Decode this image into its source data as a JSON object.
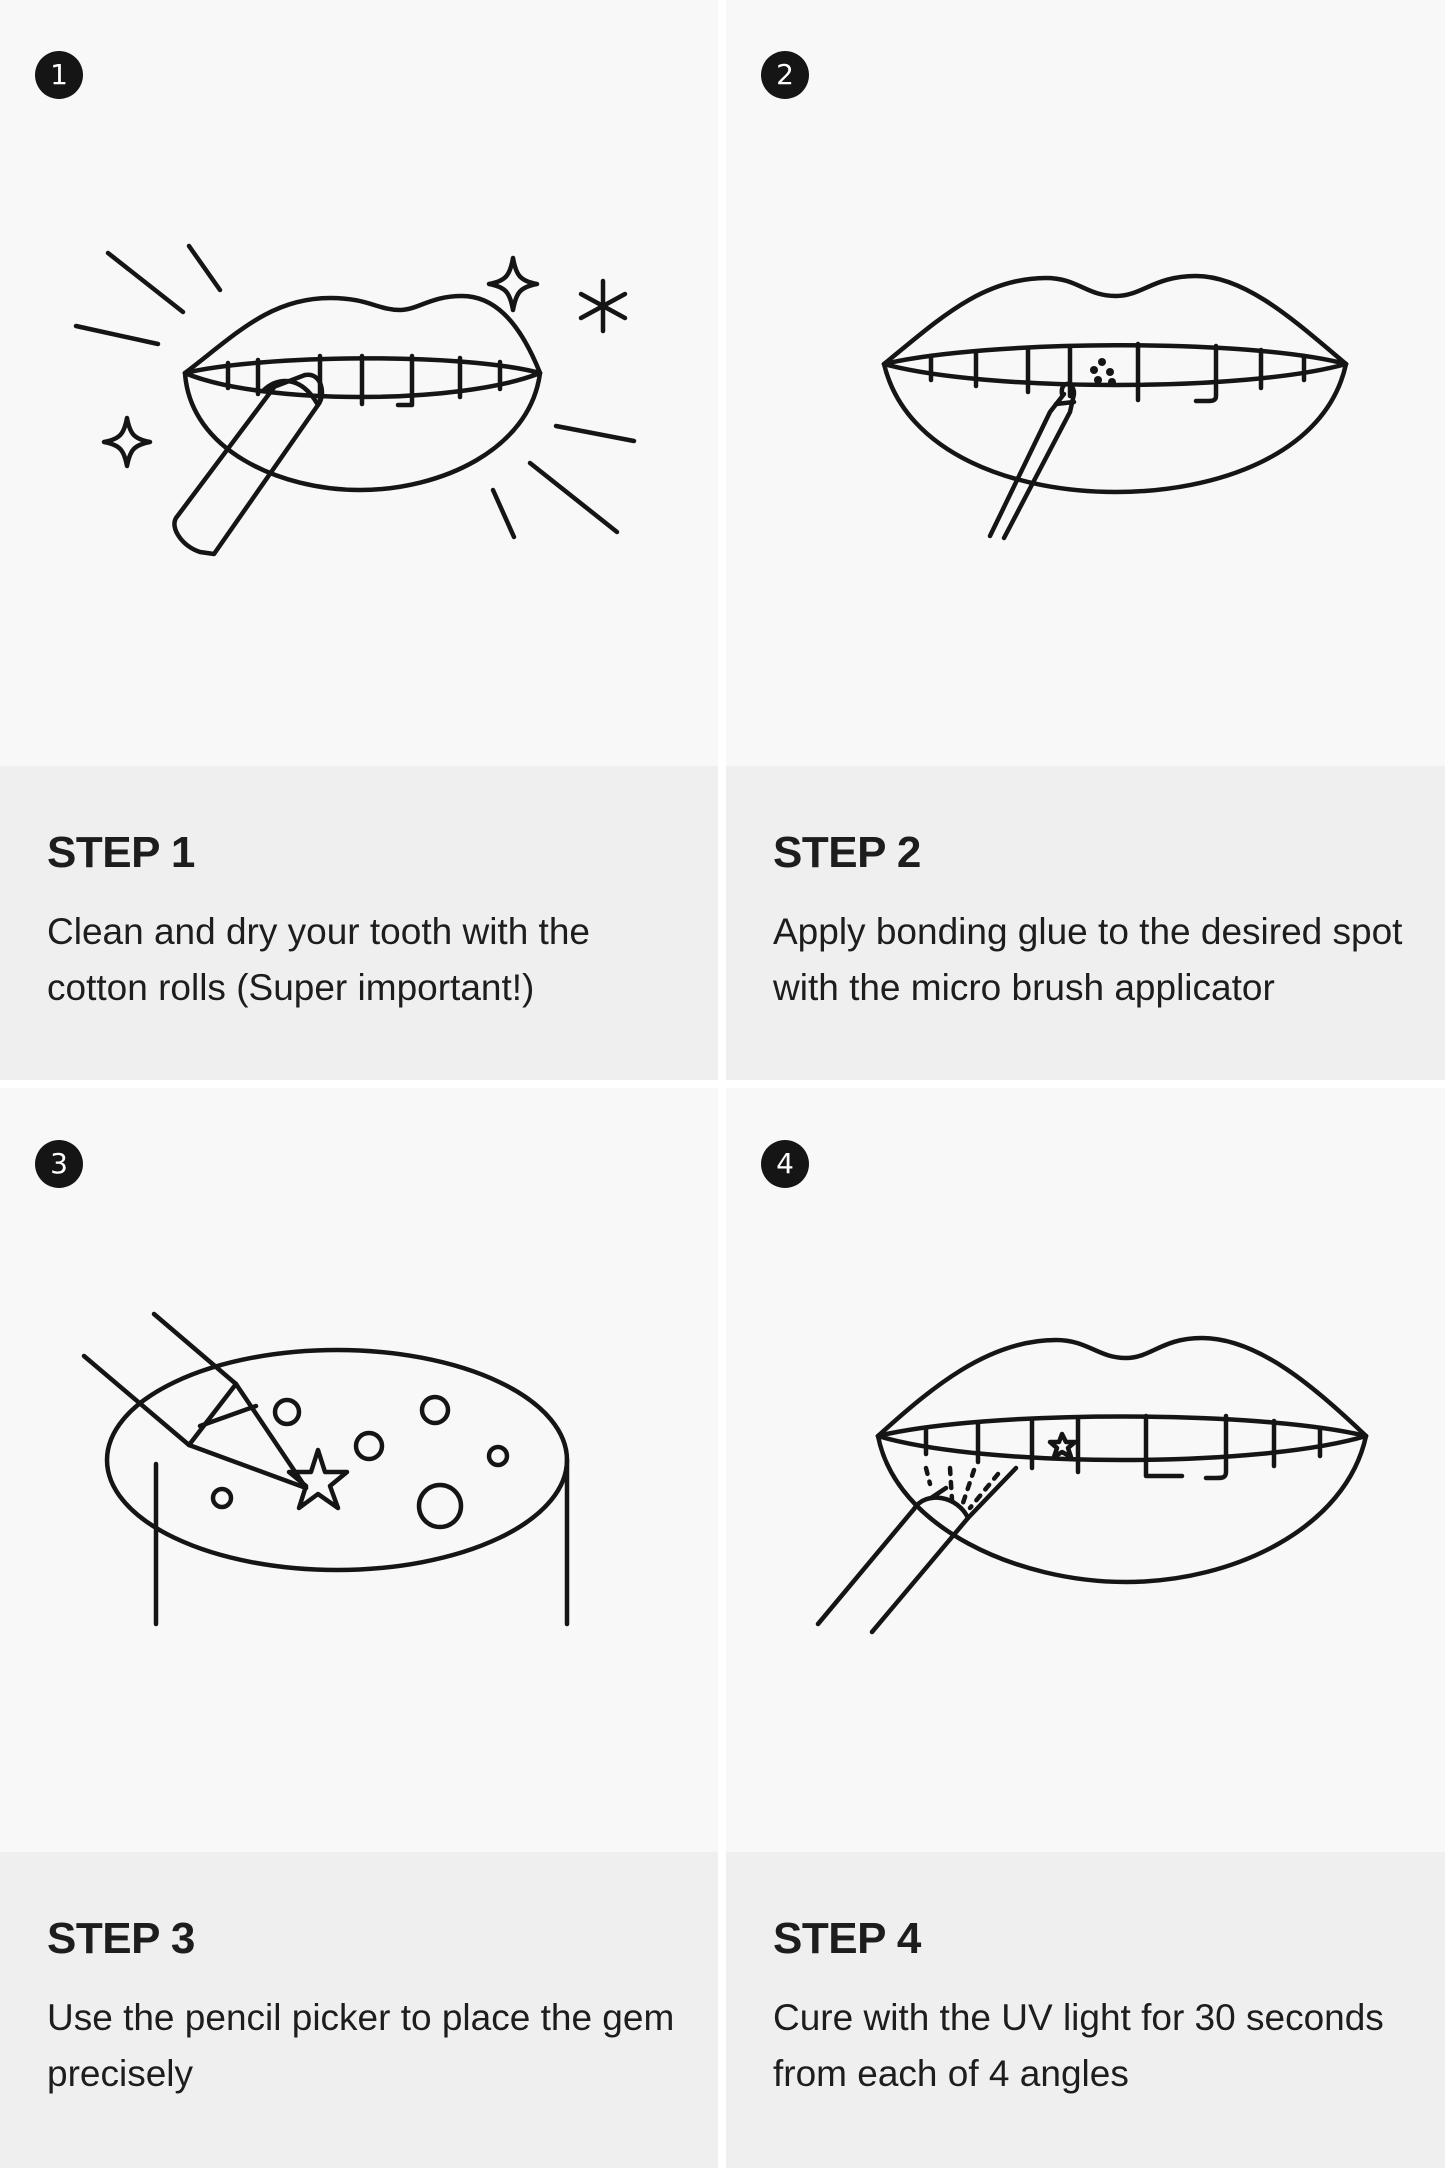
{
  "steps": [
    {
      "number": "1",
      "title": "STEP 1",
      "description": "Clean and dry your tooth with the cotton rolls (Super important!)",
      "illustration": "lips-cotton-roll-sparkles-icon"
    },
    {
      "number": "2",
      "title": "STEP 2",
      "description": "Apply bonding glue to the desired spot with the micro brush applicator",
      "illustration": "lips-micro-brush-glue-icon"
    },
    {
      "number": "3",
      "title": "STEP 3",
      "description": "Use the pencil picker to place the gem precisely",
      "illustration": "pencil-picker-gem-jar-icon"
    },
    {
      "number": "4",
      "title": "STEP 4",
      "description": "Cure with the UV light for 30 seconds from each of 4 angles",
      "illustration": "lips-uv-light-icon"
    }
  ],
  "colors": {
    "illustration_bg": "#f8f8f8",
    "caption_bg": "#efefef",
    "divider": "#ffffff",
    "ink": "#151515"
  }
}
